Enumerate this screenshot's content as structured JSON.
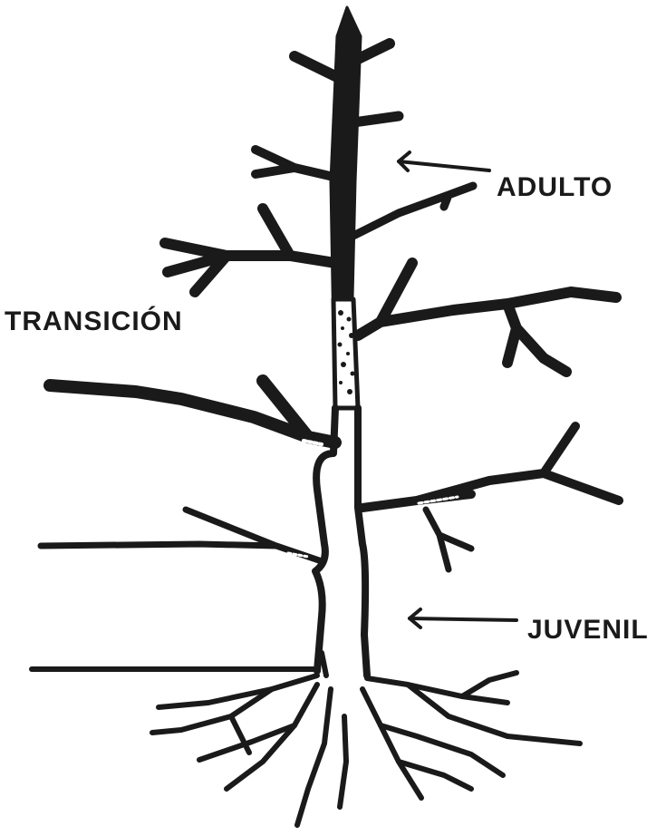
{
  "labels": {
    "adult": "ADULTO",
    "transition": "TRANSICIÓN",
    "juvenile": "JUVENIL"
  },
  "colors": {
    "ink": "#1a1a1a",
    "background": "#ffffff"
  }
}
